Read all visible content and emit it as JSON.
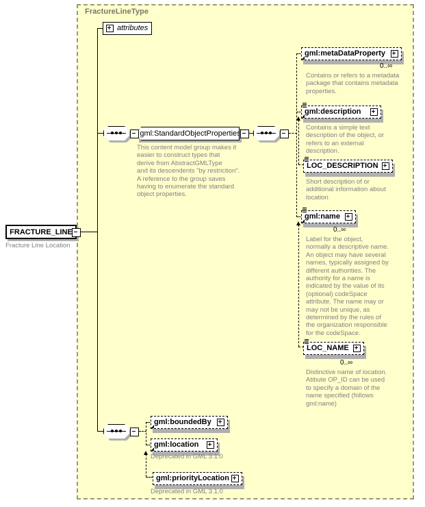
{
  "diagram": {
    "kind": "xsd-schema-diagram",
    "colors": {
      "panel_background": "#ffffcc",
      "panel_border": "#999977",
      "annotation_text": "#808080",
      "node_text": "#000000",
      "node_background": "#ffffff",
      "shadow": "#b0b0b0",
      "page_background": "#ffffff"
    }
  },
  "root_element": {
    "label": "FRACTURE_LINE",
    "annotation": "Fracture Line Location",
    "expander": "minus-box"
  },
  "type_panel": {
    "title": "FractureLineType"
  },
  "attributes_node": {
    "label": "attributes",
    "expander": "plus-box"
  },
  "group_node": {
    "label": "gml:StandardObjectProperties",
    "expander": "minus-box",
    "annotation": "This content model group makes it\neasier to construct types that\n        derive from AbstractGMLType\nand its descendents \"by restriction\".\n        A reference to the group saves\nhaving to enumerate the standard\nobject properties."
  },
  "elements": [
    {
      "name": "metaDataProperty",
      "label": "gml:metaDataProperty",
      "occurrence": "0..∞",
      "optional": true,
      "expander": "plus-box",
      "annotation": "Contains or refers to a metadata\npackage that contains metadata\nproperties."
    },
    {
      "name": "description",
      "label": "gml:description",
      "occurrence": "",
      "optional": true,
      "expander": "plus-box",
      "annotation": "Contains a simple text\ndescription of the object, or\nrefers to an external\ndescription."
    },
    {
      "name": "loc-description",
      "label": "LOC_DESCRIPTION",
      "occurrence": "",
      "optional": true,
      "expander": "plus-box",
      "annotation": "Short description of or\nadditional information about\nlocation"
    },
    {
      "name": "gml-name",
      "label": "gml:name",
      "occurrence": "0..∞",
      "optional": true,
      "expander": "plus-box",
      "annotation": "Label for the object,\nnormally a descriptive name.\nAn object may have several\nnames, typically assigned by\ndifferent authorities.  The\nauthority for a name is\nindicated by the value of its\n(optional) codeSpace\nattribute.  The name may or\nmay not be unique, as\ndetermined by the rules of\nthe organization responsible\nfor the codeSpace."
    },
    {
      "name": "loc-name",
      "label": "LOC_NAME",
      "occurrence": "0..∞",
      "optional": true,
      "expander": "plus-box",
      "annotation": "Distinctive name of location.\nAtibute OP_ID can be used\nto specify a domain of the\nname specified (follows\ngml:name)"
    },
    {
      "name": "boundedBy",
      "label": "gml:boundedBy",
      "occurrence": "",
      "optional": true,
      "expander": "plus-box",
      "annotation": ""
    },
    {
      "name": "location",
      "label": "gml:location",
      "occurrence": "",
      "optional": true,
      "expander": "plus-box",
      "annotation": "Deprecated in GML 3.1.0"
    },
    {
      "name": "priorityLocation",
      "label": "gml:priorityLocation",
      "occurrence": "",
      "optional": true,
      "expander": "plus-box",
      "annotation": "Deprecated in GML 3.1.0"
    }
  ]
}
